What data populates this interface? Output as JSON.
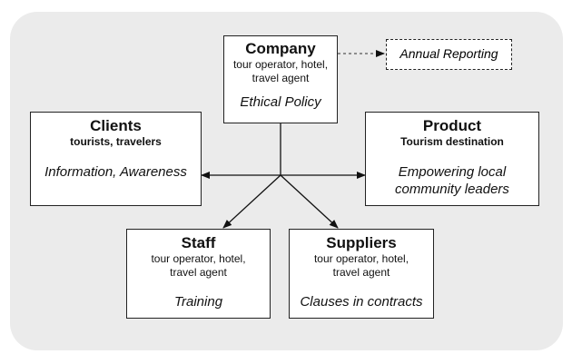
{
  "company": {
    "title": "Company",
    "subtitle_line1": "tour operator, hotel,",
    "subtitle_line2": "travel agent",
    "action": "Ethical Policy"
  },
  "annual_reporting": {
    "label": "Annual Reporting"
  },
  "clients": {
    "title": "Clients",
    "subtitle": "tourists, travelers",
    "action": "Information, Awareness"
  },
  "product": {
    "title": "Product",
    "subtitle": "Tourism destination",
    "action_line1": "Empowering local",
    "action_line2": "community leaders"
  },
  "staff": {
    "title": "Staff",
    "subtitle_line1": "tour operator, hotel,",
    "subtitle_line2": "travel agent",
    "action": "Training"
  },
  "suppliers": {
    "title": "Suppliers",
    "subtitle_line1": "tour operator, hotel,",
    "subtitle_line2": "travel agent",
    "action": "Clauses in contracts"
  }
}
